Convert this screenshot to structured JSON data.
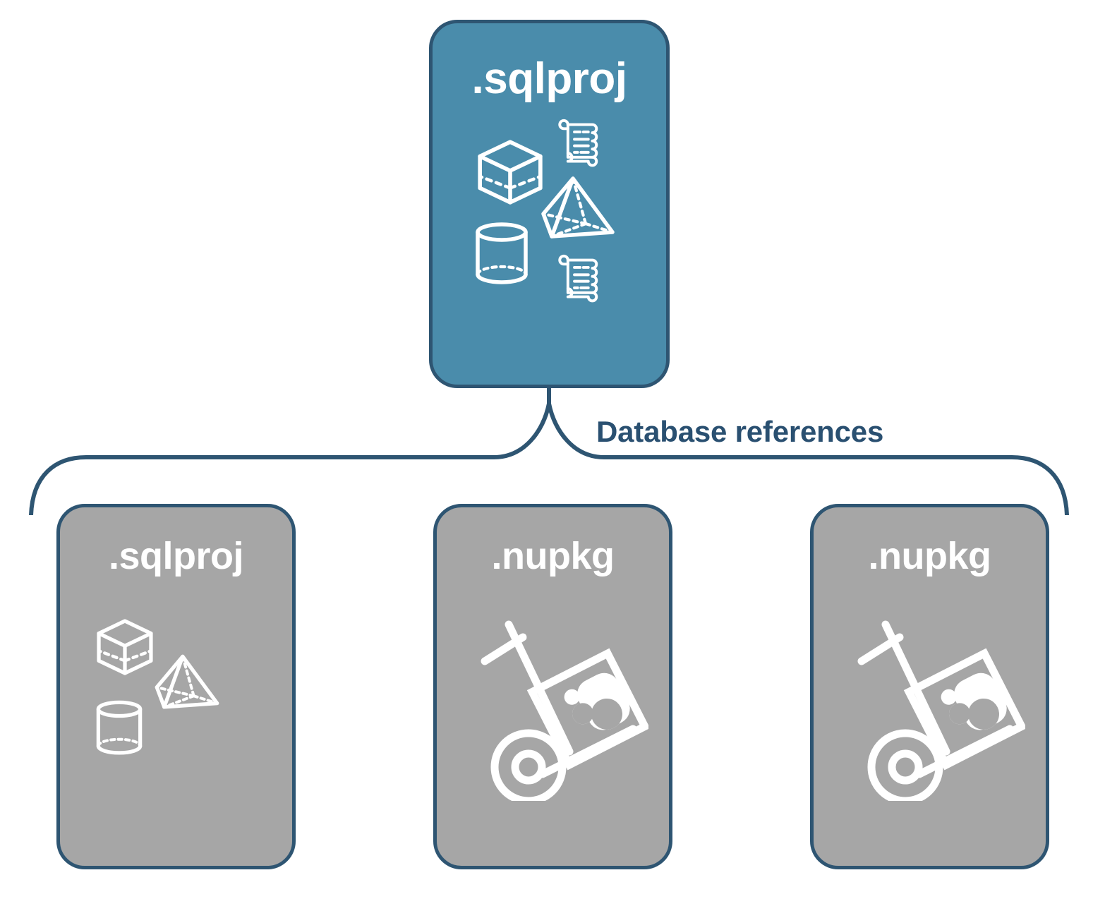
{
  "diagram": {
    "title_text": "Database references",
    "background_color": "#FFFFFF",
    "stroke_color": "#2E5572",
    "label_color": "#2A5071",
    "root": {
      "label": ".sqlproj",
      "fill_color": "#4A8CAB",
      "text_color": "#FFFFFF",
      "icons": [
        "cube-wireframe-icon",
        "scroll-script-icon",
        "pyramid-wireframe-icon",
        "cylinder-wireframe-icon",
        "scroll-script-icon"
      ]
    },
    "connector": {
      "type": "curly-brace",
      "label": "Database references"
    },
    "references": [
      {
        "label": ".sqlproj",
        "fill_color": "#A6A6A6",
        "text_color": "#FFFFFF",
        "icons": [
          "cube-wireframe-icon",
          "pyramid-wireframe-icon",
          "cylinder-wireframe-icon"
        ]
      },
      {
        "label": ".nupkg",
        "fill_color": "#A6A6A6",
        "text_color": "#FFFFFF",
        "icons": [
          "hand-truck-icon",
          "nuget-package-icon"
        ]
      },
      {
        "label": ".nupkg",
        "fill_color": "#A6A6A6",
        "text_color": "#FFFFFF",
        "icons": [
          "hand-truck-icon",
          "nuget-package-icon"
        ]
      }
    ]
  }
}
